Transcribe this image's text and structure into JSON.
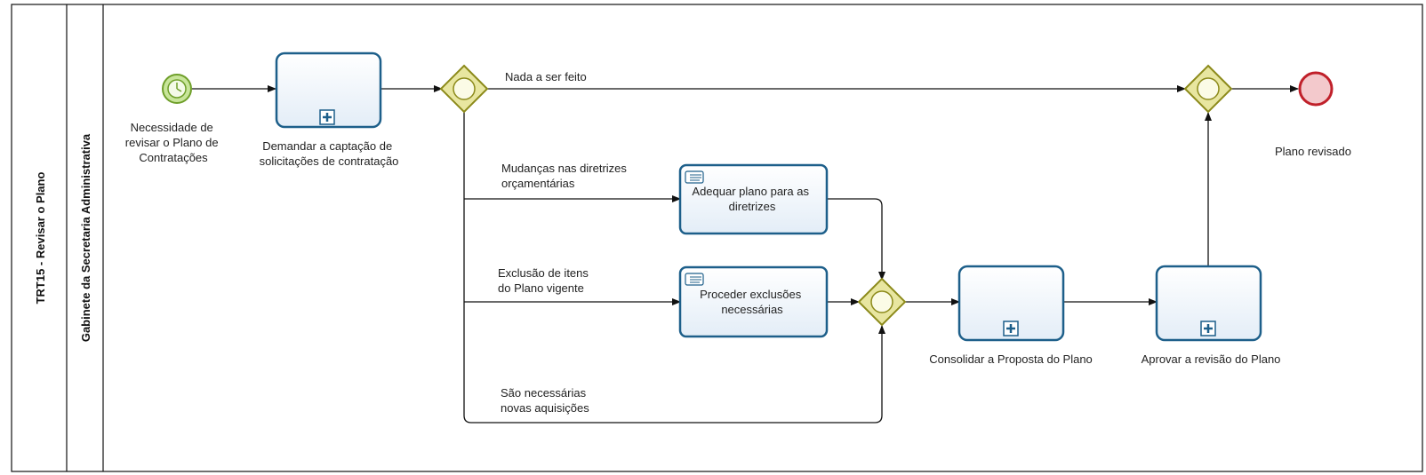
{
  "pool": {
    "title": "TRT15 - Revisar o Plano"
  },
  "lane": {
    "title": "Gabinete da Secretaria Administrativa"
  },
  "events": {
    "start": {
      "label_lines": [
        "Necessidade de",
        "revisar o Plano de",
        "Contratações"
      ],
      "color": "#8cc63f"
    },
    "end": {
      "label_lines": [
        "Plano revisado"
      ],
      "color": "#c0202a"
    }
  },
  "tasks": {
    "demandar": {
      "label_lines": [
        "Demandar a captação de",
        "solicitações de contratação"
      ]
    },
    "adequar": {
      "label_lines": [
        "Adequar plano para as",
        "diretrizes"
      ]
    },
    "proceder": {
      "label_lines": [
        "Proceder exclusões",
        "necessárias"
      ]
    },
    "consolidar": {
      "label_lines": [
        "Consolidar a Proposta do Plano"
      ]
    },
    "aprovar": {
      "label_lines": [
        "Aprovar a revisão do Plano"
      ]
    }
  },
  "flows": {
    "nada": {
      "label_lines": [
        "Nada a ser feito"
      ]
    },
    "mudancas": {
      "label_lines": [
        "Mudanças nas diretrizes",
        "orçamentárias"
      ]
    },
    "exclusao": {
      "label_lines": [
        "Exclusão de itens",
        "do Plano vigente"
      ]
    },
    "novas": {
      "label_lines": [
        "São necessárias",
        "novas aquisições"
      ]
    }
  },
  "colors": {
    "task_border": "#1d5f8a",
    "task_fill": "#eef4fa",
    "gateway_fill": "#e8e6a0",
    "gateway_border": "#8c8a1a"
  }
}
